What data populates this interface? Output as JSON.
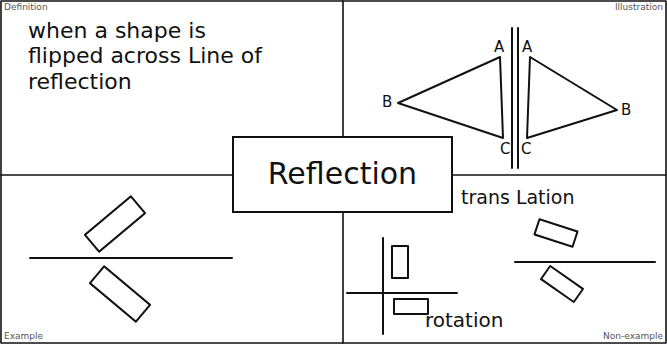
{
  "diagram": {
    "nodes": [
      {
        "text": [
          "Definition",
          "when a shape is flipped across Line of reflection"
        ]
      },
      {
        "text": [
          "Illustration"
        ]
      },
      {
        "text": [
          "Reflection"
        ]
      },
      {
        "text": [
          "Example"
        ]
      },
      {
        "text": [
          "Non-example",
          "trans Lation",
          "rotation"
        ]
      }
    ],
    "labels": [
      "A",
      "A",
      "B",
      "C",
      "C",
      "B"
    ]
  }
}
